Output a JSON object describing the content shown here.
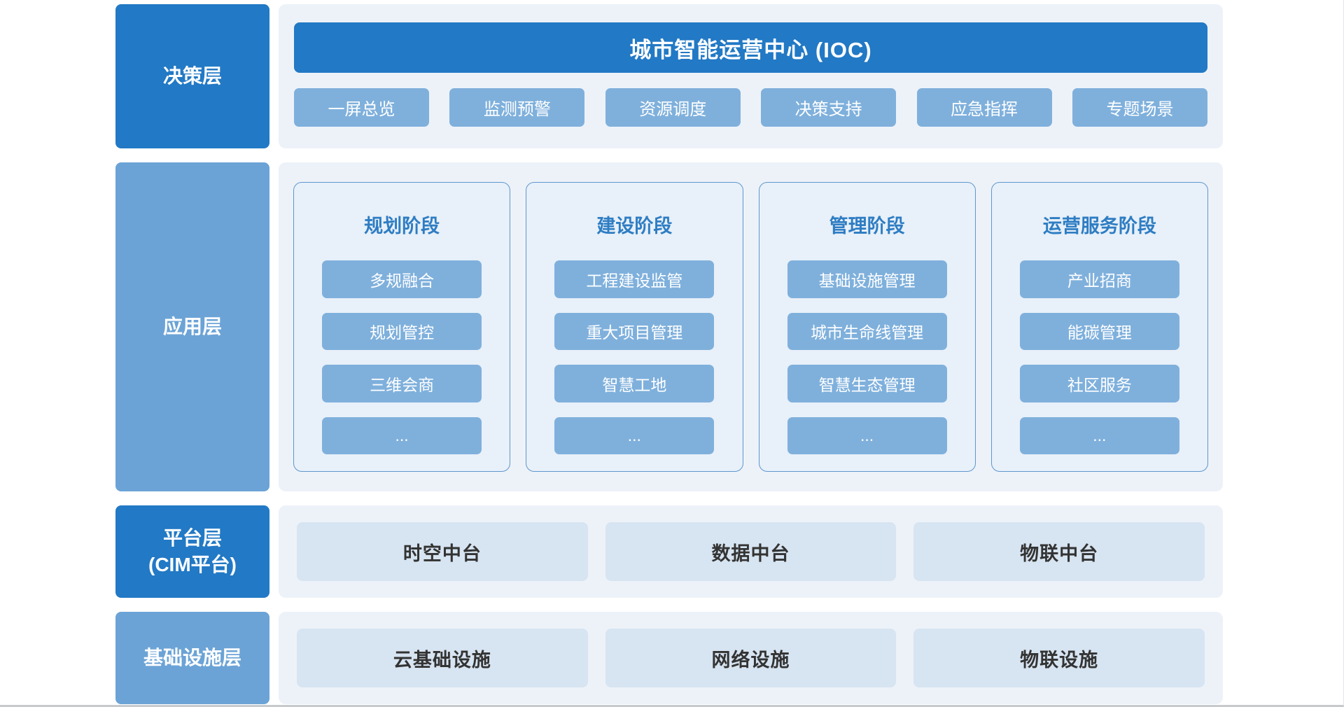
{
  "colors": {
    "dark_blue": "#2279c5",
    "medium_blue": "#6ba3d6",
    "button_blue": "#7fb0dc",
    "panel_bg": "#edf2f9",
    "column_bg": "#e8f0f9",
    "column_border": "#5e97cd",
    "light_box_bg": "#d7e4f1",
    "light_box_text": "#333333",
    "column_title_text": "#2e7dc3"
  },
  "layers": [
    {
      "id": "decision",
      "label_lines": [
        "决策层"
      ],
      "ioc_title": "城市智能运营中心 (IOC)",
      "buttons": [
        "一屏总览",
        "监测预警",
        "资源调度",
        "决策支持",
        "应急指挥",
        "专题场景"
      ]
    },
    {
      "id": "application",
      "label_lines": [
        "应用层"
      ],
      "columns": [
        {
          "title": "规划阶段",
          "items": [
            "多规融合",
            "规划管控",
            "三维会商",
            "..."
          ]
        },
        {
          "title": "建设阶段",
          "items": [
            "工程建设监管",
            "重大项目管理",
            "智慧工地",
            "..."
          ]
        },
        {
          "title": "管理阶段",
          "items": [
            "基础设施管理",
            "城市生命线管理",
            "智慧生态管理",
            "..."
          ]
        },
        {
          "title": "运营服务阶段",
          "items": [
            "产业招商",
            "能碳管理",
            "社区服务",
            "..."
          ]
        }
      ]
    },
    {
      "id": "platform",
      "label_lines": [
        "平台层",
        "(CIM平台)"
      ],
      "boxes": [
        "时空中台",
        "数据中台",
        "物联中台"
      ]
    },
    {
      "id": "infrastructure",
      "label_lines": [
        "基础设施层"
      ],
      "boxes": [
        "云基础设施",
        "网络设施",
        "物联设施"
      ]
    }
  ]
}
